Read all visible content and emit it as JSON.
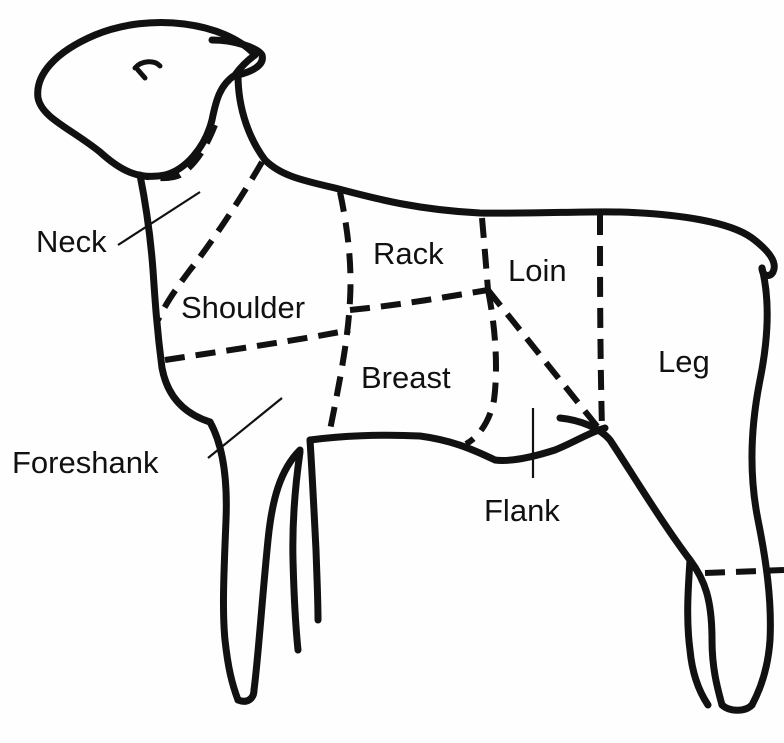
{
  "labels": {
    "neck": "Neck",
    "shoulder": "Shoulder",
    "rack": "Rack",
    "loin": "Loin",
    "leg": "Leg",
    "breast": "Breast",
    "foreshank": "Foreshank",
    "flank": "Flank"
  },
  "colors": {
    "ink": "#111111",
    "paper": "#fefefe"
  }
}
